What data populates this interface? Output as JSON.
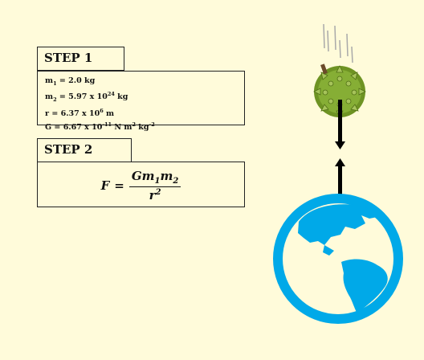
{
  "step1": {
    "title": "STEP 1",
    "m1": {
      "symbol": "m",
      "sub": "1",
      "value": " = 2.0 kg"
    },
    "m2": {
      "symbol": "m",
      "sub": "2",
      "value_pre": " = 5.97 x 10",
      "exp": "24",
      "unit": " kg"
    },
    "r": {
      "value_pre": "r = 6.37 x 10",
      "exp": "6",
      "unit": " m"
    },
    "g": {
      "value_pre": "G = 6.67 x 10",
      "exp": "-11",
      "unit_pre": " N m",
      "unit_exp1": "2",
      "unit_mid": " kg",
      "unit_exp2": "-2"
    }
  },
  "step2": {
    "title": "STEP 2",
    "formula": {
      "lhs": "F",
      "eq": "=",
      "num_g": "G",
      "num_m": "m",
      "num_sub1": "1",
      "num_m2": "m",
      "num_sub2": "2",
      "den_r": "r",
      "den_exp": "2"
    }
  },
  "colors": {
    "background": "#FFFBDA",
    "earth": "#00A9E8",
    "durian": "#7FA52B",
    "arrow": "#000000"
  },
  "icons": [
    "durian-icon",
    "earth-icon",
    "force-arrow-down-icon",
    "force-arrow-up-icon"
  ]
}
